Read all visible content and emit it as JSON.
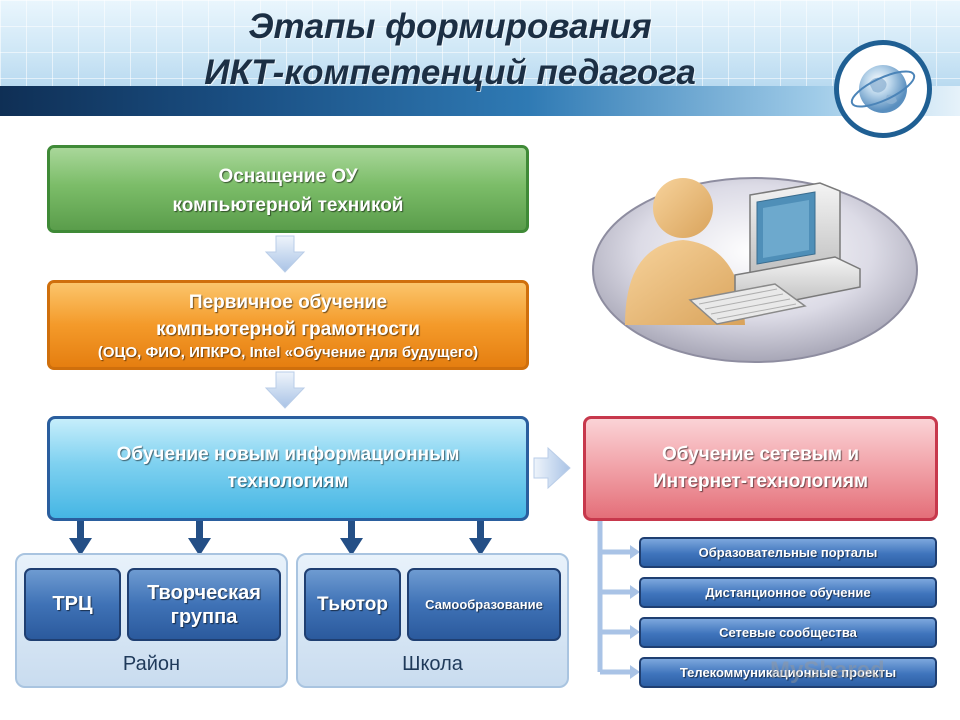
{
  "header": {
    "title_line1": "Этапы формирования",
    "title_line2": "ИКТ-компетенций педагога",
    "globe_icon": "globe-icon"
  },
  "stages": {
    "equipment": {
      "line1": "Оснащение ОУ",
      "line2": "компьютерной техникой",
      "color": "#6aab5a"
    },
    "primary": {
      "line1": "Первичное обучение",
      "line2": "компьютерной грамотности",
      "line3": "(ОЦО, ФИО, ИПКРО, Intel «Обучение для будущего)",
      "color": "#f08a1c"
    },
    "new_tech": {
      "line1": "Обучение новым информационным",
      "line2": "технологиям",
      "color": "#5cc3ea"
    },
    "network": {
      "line1": "Обучение сетевым и",
      "line2": "Интернет-технологиям",
      "color": "#ee8a93"
    }
  },
  "groups": {
    "rayon": {
      "label": "Район",
      "items": [
        "ТРЦ",
        "Творческая группа"
      ]
    },
    "shkola": {
      "label": "Школа",
      "items": [
        "Тьютор",
        "Самообразование"
      ]
    }
  },
  "network_items": [
    "Образовательные порталы",
    "Дистанционное обучение",
    "Сетевые сообщества",
    "Телекоммуникационные проекты"
  ],
  "illustration": {
    "icon": "user-at-computer-icon"
  },
  "watermark": "MyShared"
}
